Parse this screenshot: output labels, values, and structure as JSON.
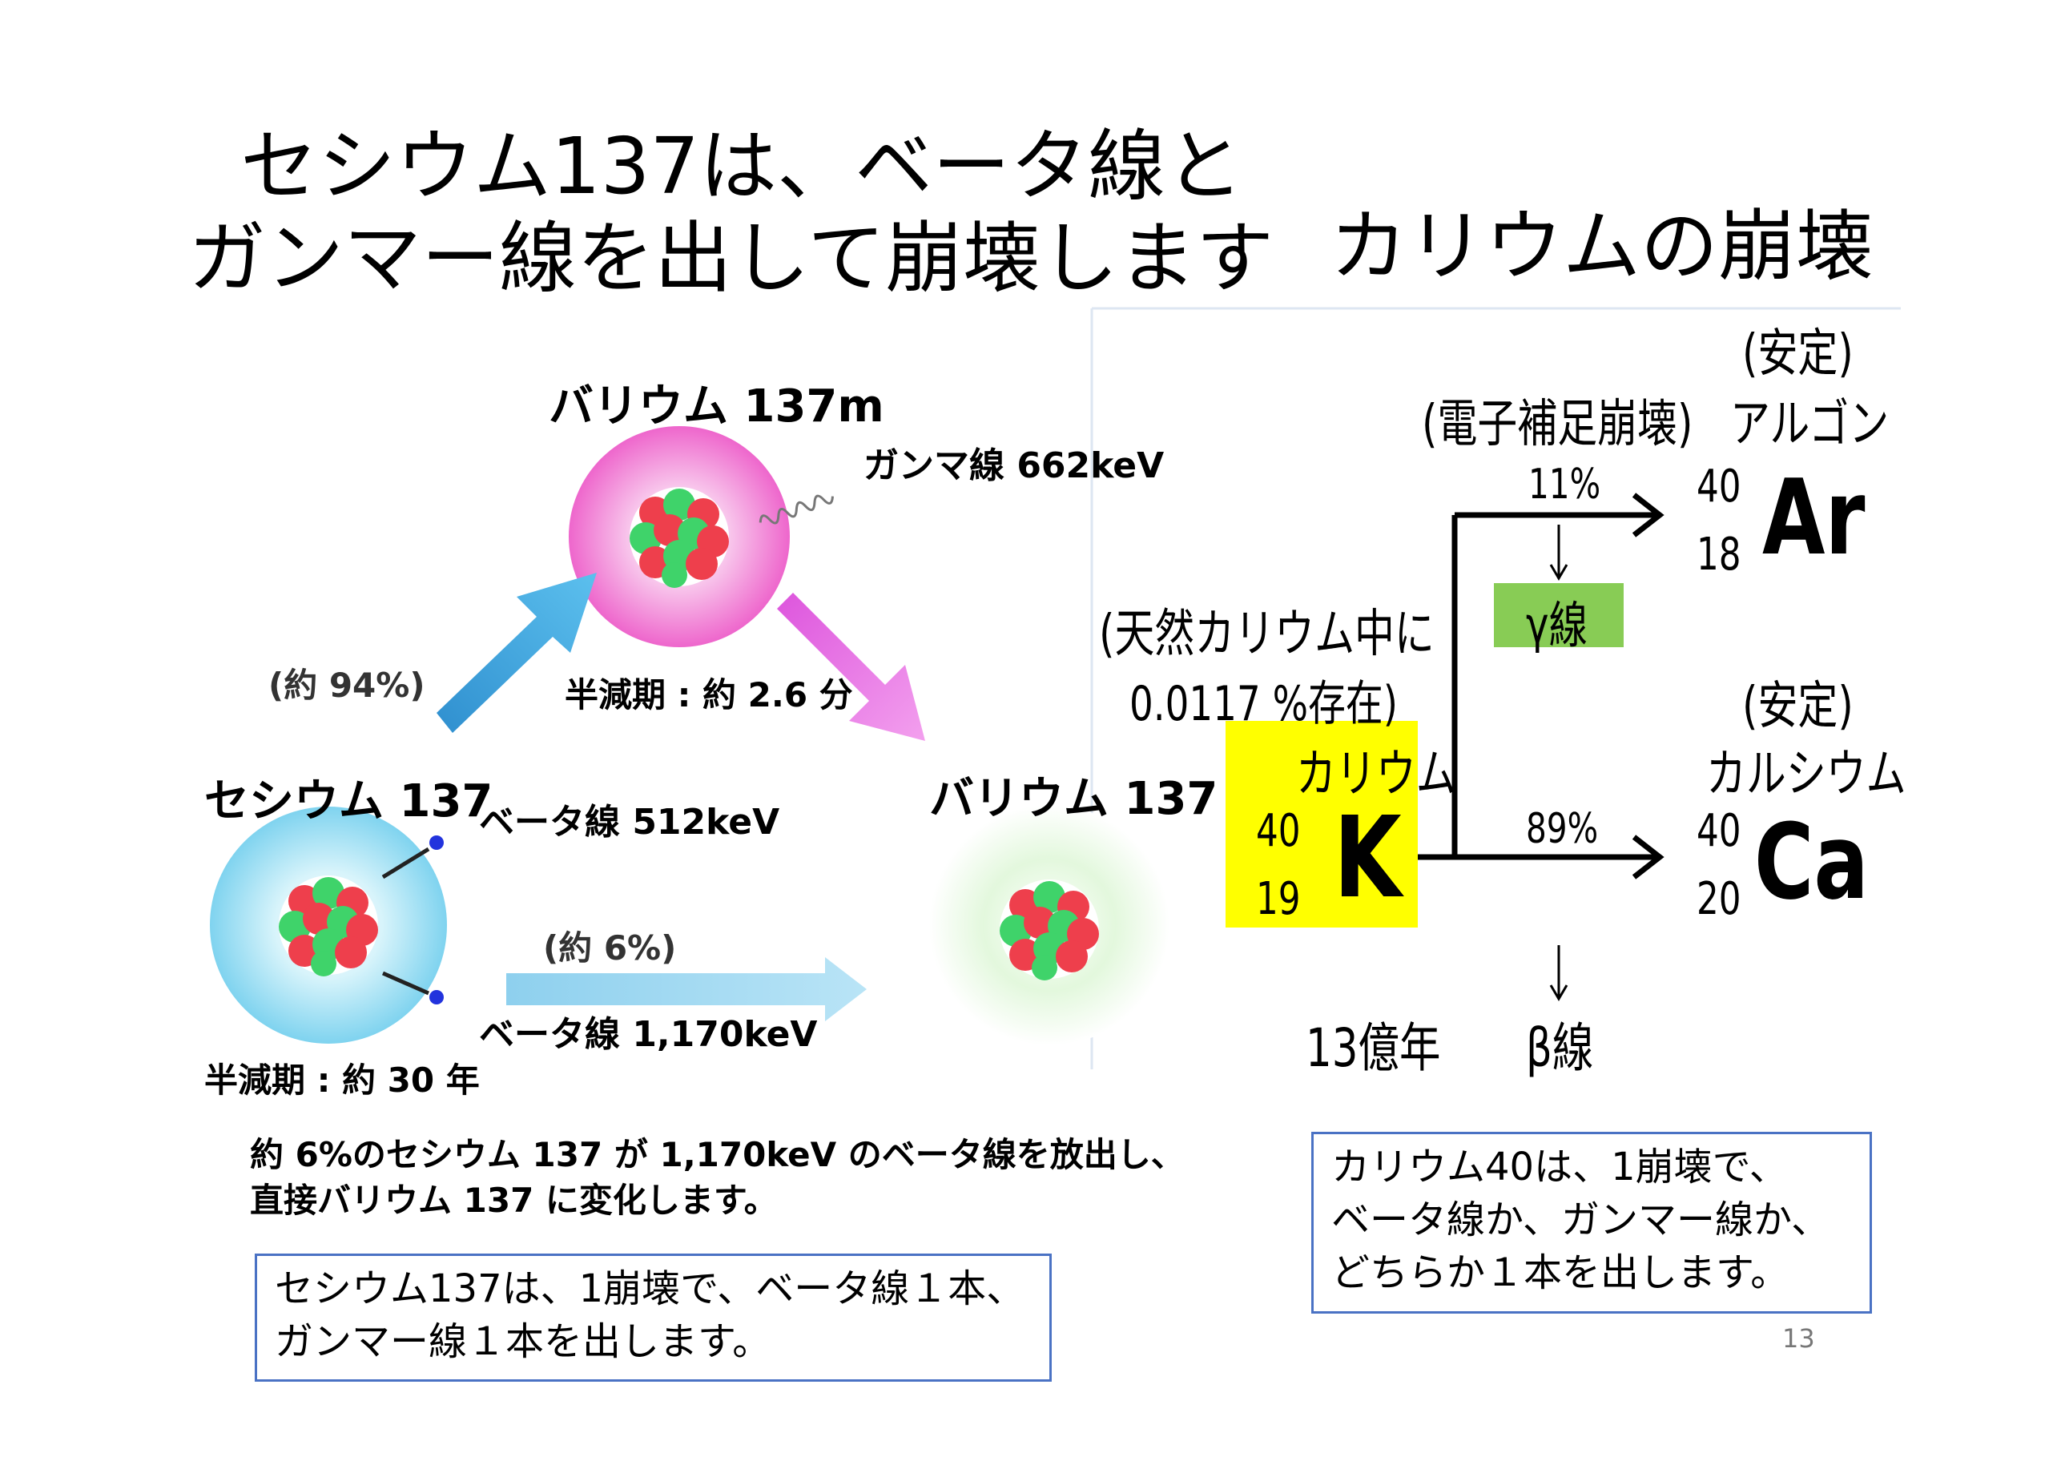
{
  "slide": {
    "title_line1": "セシウム137は、ベータ線と",
    "title_line2": "ガンマー線を出して崩壊します",
    "right_title": "カリウムの崩壊",
    "page_number": "13"
  },
  "cesium_diagram": {
    "barium137m_label": "バリウム 137m",
    "gamma_label": "ガンマ線 662keV",
    "percent94": "(約 94%)",
    "halflife_ba137m": "半減期 : 約 2.6 分",
    "cesium_label": "セシウム 137",
    "beta512_label": "ベータ線 512keV",
    "barium137_label": "バリウム 137",
    "percent6": "(約 6%)",
    "beta1170_label": "ベータ線 1,170keV",
    "halflife_cs": "半減期 : 約 30 年",
    "caption_line1": "約 6%のセシウム 137 が 1,170keV のベータ線を放出し、",
    "caption_line2": "直接バリウム 137 に変化します。"
  },
  "cesium_note": {
    "line1": "セシウム137は、1崩壊で、ベータ線１本、",
    "line2": "ガンマー線１本を出します。"
  },
  "potassium_diagram": {
    "stable_ar": "(安定)",
    "ec_label": "(電子補足崩壊)",
    "argon_name": "アルゴン",
    "percent11": "11%",
    "ar_mass": "40",
    "ar_atomic": "18",
    "ar_symbol": "Ar",
    "gamma_box": "γ線",
    "natural_line1": "(天然カリウム中に",
    "natural_line2": "0.0117 %存在)",
    "stable_ca": "(安定)",
    "calcium_name": "カルシウム",
    "potassium_name": "カリウム",
    "k_mass": "40",
    "k_atomic": "19",
    "k_symbol": "K",
    "percent89": "89%",
    "ca_mass": "40",
    "ca_atomic": "20",
    "ca_symbol": "Ca",
    "halflife_k": "13億年",
    "beta_label": "β線",
    "colors": {
      "k_box": "#ffff00",
      "gamma_box": "#88cc55"
    }
  },
  "potassium_note": {
    "line1": "カリウム40は、1崩壊で、",
    "line2": "ベータ線か、ガンマー線か、",
    "line3": "どちらか１本を出します。"
  }
}
